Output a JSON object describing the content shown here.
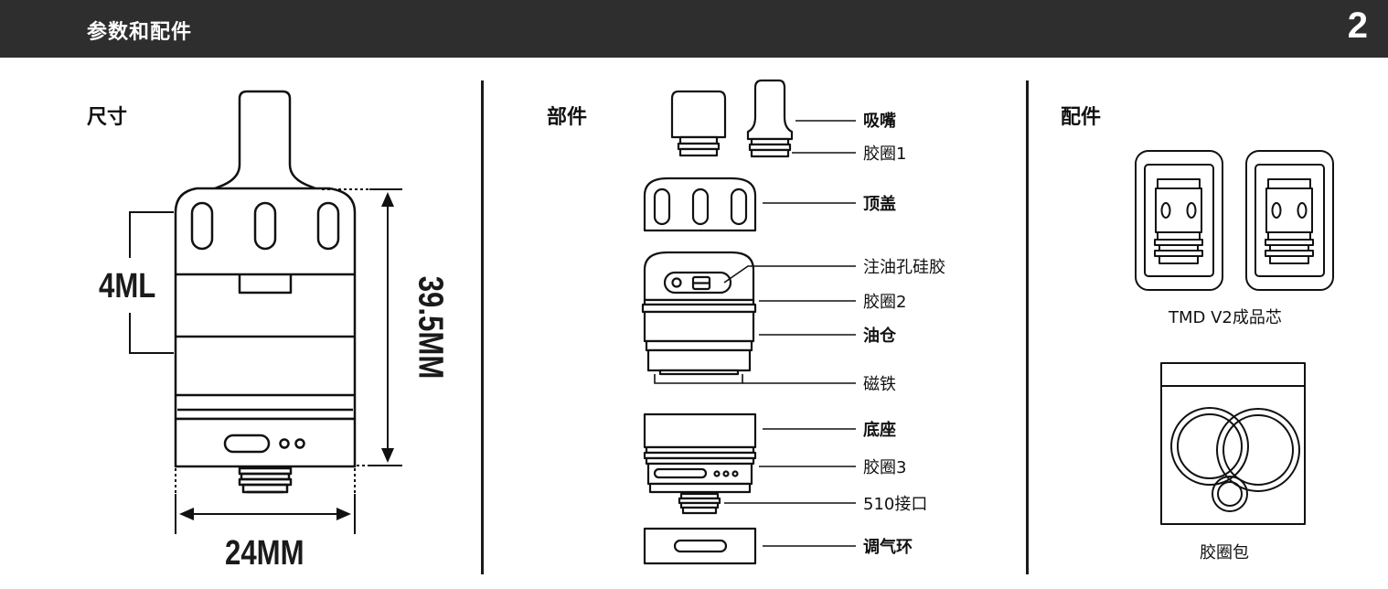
{
  "header": {
    "title": "参数和配件",
    "page_number": "2"
  },
  "dimensions": {
    "title": "尺寸",
    "capacity_label": "4ML",
    "height_label": "39.5MM",
    "width_label": "24MM"
  },
  "parts": {
    "title": "部件",
    "items": [
      {
        "label": "吸嘴",
        "bold": true
      },
      {
        "label": "胶圈1",
        "bold": false
      },
      {
        "label": "顶盖",
        "bold": true
      },
      {
        "label": "注油孔硅胶",
        "bold": false
      },
      {
        "label": "胶圈2",
        "bold": false
      },
      {
        "label": "油仓",
        "bold": true
      },
      {
        "label": "磁铁",
        "bold": false
      },
      {
        "label": "底座",
        "bold": true
      },
      {
        "label": "胶圈3",
        "bold": false
      },
      {
        "label": "510接口",
        "bold": false
      },
      {
        "label": "调气环",
        "bold": true
      }
    ]
  },
  "accessories": {
    "title": "配件",
    "items": [
      {
        "label": "TMD V2成品芯"
      },
      {
        "label": "胶圈包"
      }
    ]
  }
}
